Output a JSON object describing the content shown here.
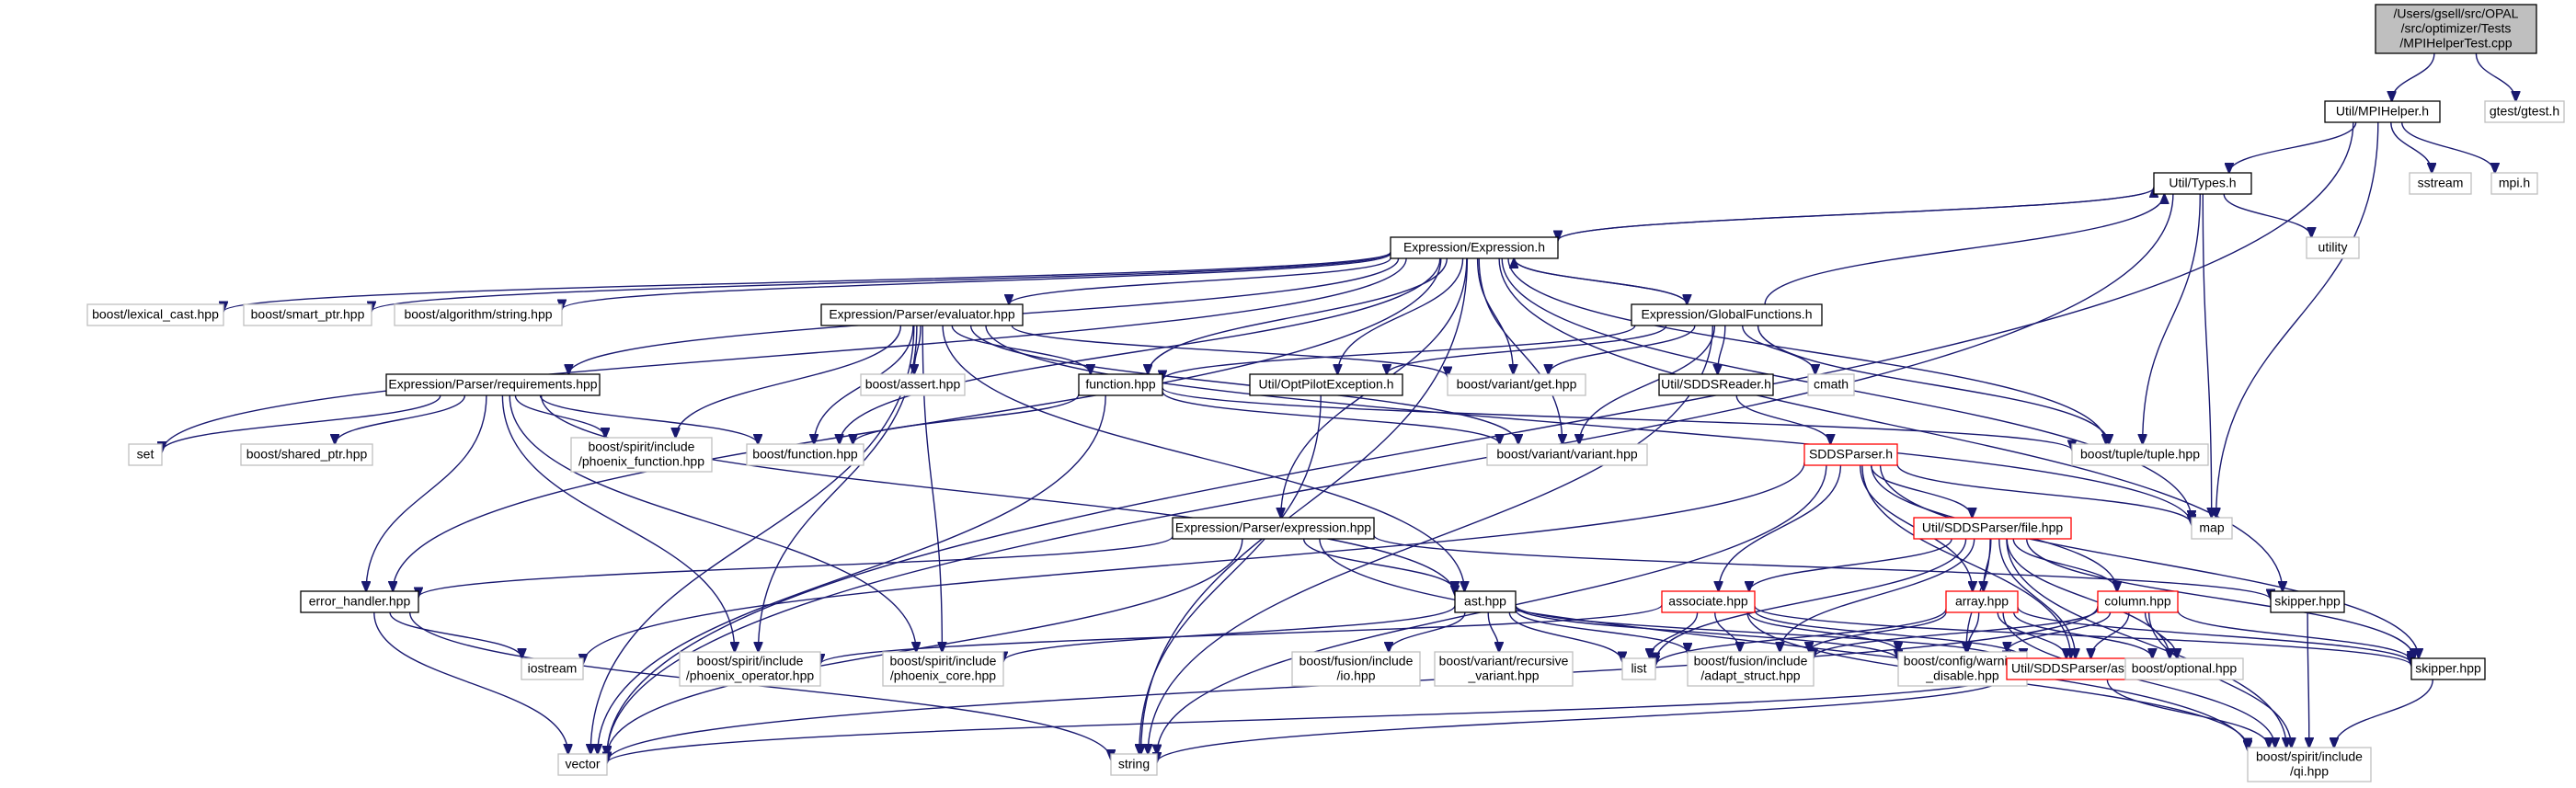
{
  "colors": {
    "edge": "#191970",
    "normal_border": "#000000",
    "external_border": "#bfbfbf",
    "incomplete_border": "#ff0000",
    "root_fill": "#bfbfbf"
  },
  "nodes": [
    {
      "id": "root",
      "label": "/Users/gsell/src/OPAL\n/src/optimizer/Tests\n/MPIHelperTest.cpp",
      "style": "root"
    },
    {
      "id": "mpihelper",
      "label": "Util/MPIHelper.h",
      "style": "normal"
    },
    {
      "id": "gtest",
      "label": "gtest/gtest.h",
      "style": "ext"
    },
    {
      "id": "types",
      "label": "Util/Types.h",
      "style": "normal"
    },
    {
      "id": "sstream",
      "label": "sstream",
      "style": "ext"
    },
    {
      "id": "mpi",
      "label": "mpi.h",
      "style": "ext"
    },
    {
      "id": "utility",
      "label": "utility",
      "style": "ext"
    },
    {
      "id": "expression",
      "label": "Expression/Expression.h",
      "style": "normal"
    },
    {
      "id": "lexical",
      "label": "boost/lexical_cast.hpp",
      "style": "ext"
    },
    {
      "id": "smartptr",
      "label": "boost/smart_ptr.hpp",
      "style": "ext"
    },
    {
      "id": "algostring",
      "label": "boost/algorithm/string.hpp",
      "style": "ext"
    },
    {
      "id": "evaluator",
      "label": "Expression/Parser/evaluator.hpp",
      "style": "normal"
    },
    {
      "id": "globalfunc",
      "label": "Expression/GlobalFunctions.h",
      "style": "normal"
    },
    {
      "id": "requirements",
      "label": "Expression/Parser/requirements.hpp",
      "style": "normal"
    },
    {
      "id": "boostassert",
      "label": "boost/assert.hpp",
      "style": "ext"
    },
    {
      "id": "functionhpp",
      "label": "function.hpp",
      "style": "normal"
    },
    {
      "id": "optpilot",
      "label": "Util/OptPilotException.h",
      "style": "normal"
    },
    {
      "id": "variantget",
      "label": "boost/variant/get.hpp",
      "style": "ext"
    },
    {
      "id": "sddsreader",
      "label": "Util/SDDSReader.h",
      "style": "normal"
    },
    {
      "id": "cmath",
      "label": "cmath",
      "style": "ext"
    },
    {
      "id": "set",
      "label": "set",
      "style": "ext"
    },
    {
      "id": "sharedptr",
      "label": "boost/shared_ptr.hpp",
      "style": "ext"
    },
    {
      "id": "phoenixfunc",
      "label": "boost/spirit/include\n/phoenix_function.hpp",
      "style": "ext"
    },
    {
      "id": "boostfunc",
      "label": "boost/function.hpp",
      "style": "ext"
    },
    {
      "id": "variant",
      "label": "boost/variant/variant.hpp",
      "style": "ext"
    },
    {
      "id": "tuple",
      "label": "boost/tuple/tuple.hpp",
      "style": "ext"
    },
    {
      "id": "sddsparser",
      "label": "SDDSParser.h",
      "style": "red"
    },
    {
      "id": "map",
      "label": "map",
      "style": "ext"
    },
    {
      "id": "exprparser",
      "label": "Expression/Parser/expression.hpp",
      "style": "normal"
    },
    {
      "id": "filehpp",
      "label": "Util/SDDSParser/file.hpp",
      "style": "red"
    },
    {
      "id": "errorhandler",
      "label": "error_handler.hpp",
      "style": "normal"
    },
    {
      "id": "asthpp",
      "label": "ast.hpp",
      "style": "normal"
    },
    {
      "id": "associate",
      "label": "associate.hpp",
      "style": "red"
    },
    {
      "id": "arrayhpp",
      "label": "array.hpp",
      "style": "red"
    },
    {
      "id": "columnhpp",
      "label": "column.hpp",
      "style": "red"
    },
    {
      "id": "skipper1",
      "label": "skipper.hpp",
      "style": "normal"
    },
    {
      "id": "iostream",
      "label": "iostream",
      "style": "ext"
    },
    {
      "id": "phoenixop",
      "label": "boost/spirit/include\n/phoenix_operator.hpp",
      "style": "ext"
    },
    {
      "id": "phoenixcore",
      "label": "boost/spirit/include\n/phoenix_core.hpp",
      "style": "ext"
    },
    {
      "id": "fusionio",
      "label": "boost/fusion/include\n/io.hpp",
      "style": "ext"
    },
    {
      "id": "recursive",
      "label": "boost/variant/recursive\n_variant.hpp",
      "style": "ext"
    },
    {
      "id": "list",
      "label": "list",
      "style": "ext"
    },
    {
      "id": "adapt",
      "label": "boost/fusion/include\n/adapt_struct.hpp",
      "style": "ext"
    },
    {
      "id": "warning",
      "label": "boost/config/warning\n_disable.hpp",
      "style": "ext"
    },
    {
      "id": "sddsast",
      "label": "Util/SDDSParser/ast.hpp",
      "style": "red"
    },
    {
      "id": "optional",
      "label": "boost/optional.hpp",
      "style": "ext"
    },
    {
      "id": "skipper2",
      "label": "skipper.hpp",
      "style": "normal"
    },
    {
      "id": "vector",
      "label": "vector",
      "style": "ext"
    },
    {
      "id": "string",
      "label": "string",
      "style": "ext"
    },
    {
      "id": "qi",
      "label": "boost/spirit/include\n/qi.hpp",
      "style": "ext"
    }
  ],
  "edges": [
    [
      "root",
      "mpihelper"
    ],
    [
      "root",
      "gtest"
    ],
    [
      "mpihelper",
      "types"
    ],
    [
      "mpihelper",
      "sstream"
    ],
    [
      "mpihelper",
      "mpi"
    ],
    [
      "mpihelper",
      "map"
    ],
    [
      "mpihelper",
      "vector"
    ],
    [
      "types",
      "expression"
    ],
    [
      "types",
      "utility"
    ],
    [
      "types",
      "map"
    ],
    [
      "types",
      "tuple"
    ],
    [
      "types",
      "vector"
    ],
    [
      "expression",
      "types"
    ],
    [
      "expression",
      "lexical"
    ],
    [
      "expression",
      "smartptr"
    ],
    [
      "expression",
      "algostring"
    ],
    [
      "expression",
      "evaluator"
    ],
    [
      "expression",
      "globalfunc"
    ],
    [
      "expression",
      "requirements"
    ],
    [
      "expression",
      "set"
    ],
    [
      "expression",
      "boostfunc"
    ],
    [
      "expression",
      "functionhpp"
    ],
    [
      "expression",
      "optpilot"
    ],
    [
      "expression",
      "variantget"
    ],
    [
      "expression",
      "variant"
    ],
    [
      "expression",
      "tuple"
    ],
    [
      "expression",
      "map"
    ],
    [
      "expression",
      "skipper1"
    ],
    [
      "expression",
      "string"
    ],
    [
      "expression",
      "exprparser"
    ],
    [
      "expression",
      "errorhandler"
    ],
    [
      "globalfunc",
      "types"
    ],
    [
      "globalfunc",
      "expression"
    ],
    [
      "globalfunc",
      "functionhpp"
    ],
    [
      "globalfunc",
      "optpilot"
    ],
    [
      "globalfunc",
      "variantget"
    ],
    [
      "globalfunc",
      "sddsreader"
    ],
    [
      "globalfunc",
      "cmath"
    ],
    [
      "globalfunc",
      "tuple"
    ],
    [
      "globalfunc",
      "variant"
    ],
    [
      "globalfunc",
      "string"
    ],
    [
      "evaluator",
      "vector"
    ],
    [
      "evaluator",
      "boostfunc"
    ],
    [
      "evaluator",
      "phoenixfunc"
    ],
    [
      "evaluator",
      "boostassert"
    ],
    [
      "evaluator",
      "functionhpp"
    ],
    [
      "evaluator",
      "variantget"
    ],
    [
      "evaluator",
      "variant"
    ],
    [
      "evaluator",
      "map"
    ],
    [
      "evaluator",
      "phoenixop"
    ],
    [
      "evaluator",
      "phoenixcore"
    ],
    [
      "evaluator",
      "asthpp"
    ],
    [
      "requirements",
      "set"
    ],
    [
      "requirements",
      "sharedptr"
    ],
    [
      "requirements",
      "boostfunc"
    ],
    [
      "requirements",
      "phoenixfunc"
    ],
    [
      "requirements",
      "errorhandler"
    ],
    [
      "requirements",
      "phoenixop"
    ],
    [
      "requirements",
      "phoenixcore"
    ],
    [
      "requirements",
      "asthpp"
    ],
    [
      "functionhpp",
      "boostfunc"
    ],
    [
      "functionhpp",
      "variant"
    ],
    [
      "functionhpp",
      "vector"
    ],
    [
      "functionhpp",
      "tuple"
    ],
    [
      "optpilot",
      "string"
    ],
    [
      "sddsreader",
      "sddsparser"
    ],
    [
      "sddsparser",
      "filehpp"
    ],
    [
      "sddsparser",
      "associate"
    ],
    [
      "sddsparser",
      "arrayhpp"
    ],
    [
      "sddsparser",
      "columnhpp"
    ],
    [
      "sddsparser",
      "skipper2"
    ],
    [
      "sddsparser",
      "sddsast"
    ],
    [
      "sddsparser",
      "iostream"
    ],
    [
      "sddsparser",
      "string"
    ],
    [
      "sddsparser",
      "map"
    ],
    [
      "filehpp",
      "associate"
    ],
    [
      "filehpp",
      "arrayhpp"
    ],
    [
      "filehpp",
      "columnhpp"
    ],
    [
      "filehpp",
      "skipper2"
    ],
    [
      "filehpp",
      "sddsast"
    ],
    [
      "filehpp",
      "adapt"
    ],
    [
      "filehpp",
      "warning"
    ],
    [
      "filehpp",
      "optional"
    ],
    [
      "filehpp",
      "qi"
    ],
    [
      "filehpp",
      "list"
    ],
    [
      "exprparser",
      "errorhandler"
    ],
    [
      "exprparser",
      "asthpp"
    ],
    [
      "exprparser",
      "skipper1"
    ],
    [
      "exprparser",
      "vector"
    ],
    [
      "exprparser",
      "qi"
    ],
    [
      "errorhandler",
      "iostream"
    ],
    [
      "errorhandler",
      "string"
    ],
    [
      "errorhandler",
      "vector"
    ],
    [
      "asthpp",
      "fusionio"
    ],
    [
      "asthpp",
      "recursive"
    ],
    [
      "asthpp",
      "list"
    ],
    [
      "asthpp",
      "adapt"
    ],
    [
      "asthpp",
      "warning"
    ],
    [
      "asthpp",
      "sddsast"
    ],
    [
      "asthpp",
      "phoenixcore"
    ],
    [
      "associate",
      "list"
    ],
    [
      "associate",
      "adapt"
    ],
    [
      "associate",
      "warning"
    ],
    [
      "associate",
      "sddsast"
    ],
    [
      "associate",
      "phoenixop"
    ],
    [
      "associate",
      "skipper2"
    ],
    [
      "associate",
      "qi"
    ],
    [
      "arrayhpp",
      "list"
    ],
    [
      "arrayhpp",
      "adapt"
    ],
    [
      "arrayhpp",
      "warning"
    ],
    [
      "arrayhpp",
      "sddsast"
    ],
    [
      "arrayhpp",
      "optional"
    ],
    [
      "arrayhpp",
      "skipper2"
    ],
    [
      "arrayhpp",
      "qi"
    ],
    [
      "columnhpp",
      "adapt"
    ],
    [
      "columnhpp",
      "warning"
    ],
    [
      "columnhpp",
      "sddsast"
    ],
    [
      "columnhpp",
      "optional"
    ],
    [
      "columnhpp",
      "skipper2"
    ],
    [
      "columnhpp",
      "qi"
    ],
    [
      "columnhpp",
      "vector"
    ],
    [
      "skipper1",
      "qi"
    ],
    [
      "skipper2",
      "qi"
    ],
    [
      "sddsast",
      "vector"
    ],
    [
      "sddsast",
      "string"
    ],
    [
      "sddsast",
      "qi"
    ]
  ]
}
